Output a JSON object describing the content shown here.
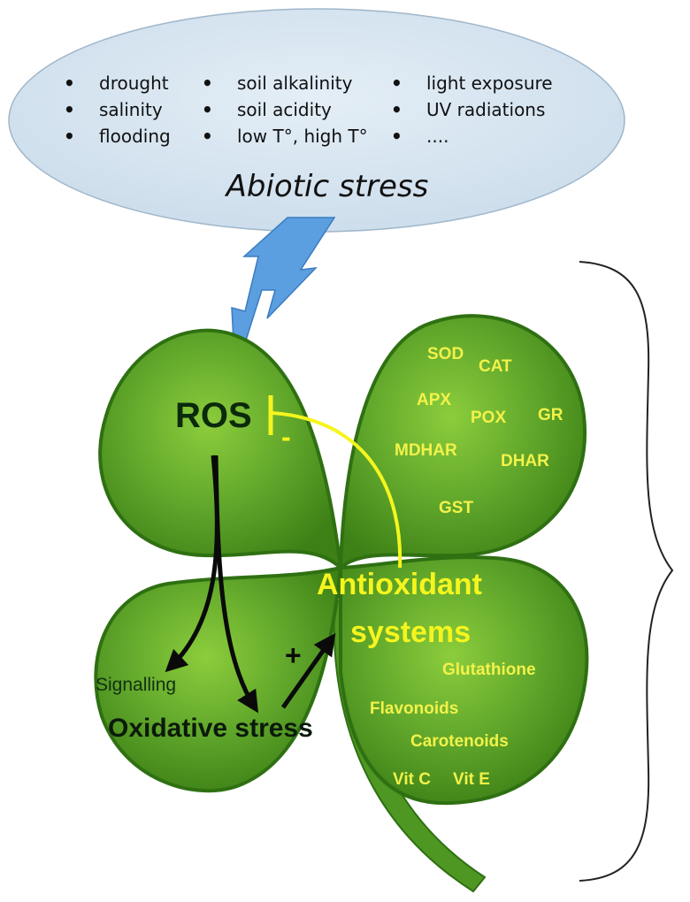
{
  "stress_bubble": {
    "title": "Abiotic stress",
    "bullet_symbol": "•",
    "columns": [
      [
        "drought",
        "salinity",
        "flooding"
      ],
      [
        "soil alkalinity",
        "soil acidity",
        "low T°, high T°"
      ],
      [
        "light exposure",
        "UV radiations",
        "...."
      ]
    ]
  },
  "ros_label": "ROS",
  "inhibition_sign": "-",
  "antioxidant_label": [
    "Antioxidant",
    "systems"
  ],
  "enzymes": [
    "SOD",
    "CAT",
    "APX",
    "POX",
    "GR",
    "MDHAR",
    "DHAR",
    "GST"
  ],
  "non_enzymatic": [
    "Glutathione",
    "Flavonoids",
    "Carotenoids",
    "Vit C",
    "Vit E"
  ],
  "signalling_label": "Signalling",
  "oxidative_stress_label": "Oxidative stress",
  "plus_sign": "+",
  "colors": {
    "bubble_fill": "#d5e3ef",
    "leaf_fill": "#5fa52a",
    "leaf_edge": "#2f7012",
    "lightning": "#5b9fe0",
    "inhibition_line": "#f5f51e",
    "arrow": "#0a0a0a"
  }
}
